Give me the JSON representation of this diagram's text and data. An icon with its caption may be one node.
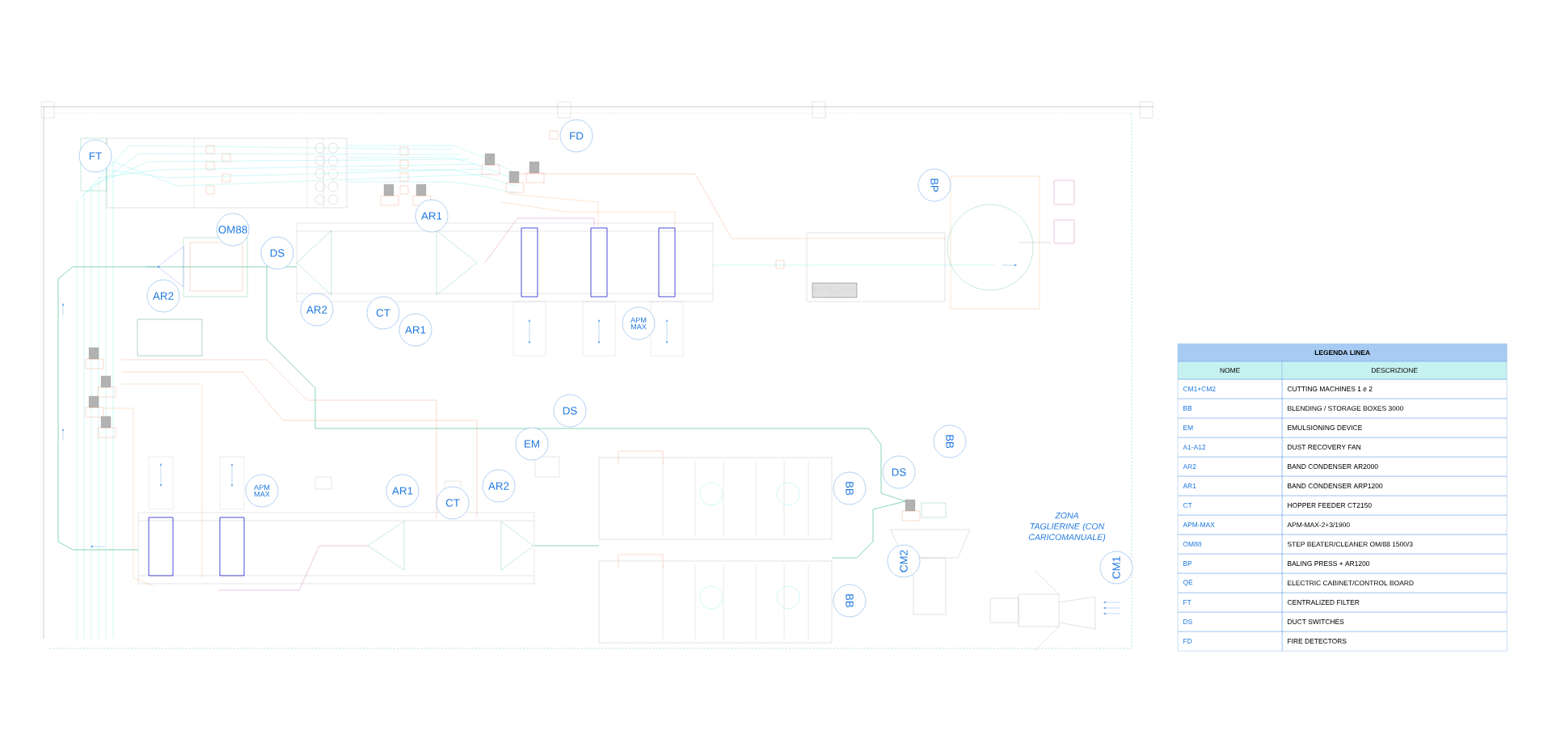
{
  "diagram": {
    "nodes": [
      {
        "text": [
          "FT"
        ]
      },
      {
        "text": [
          "FD"
        ]
      },
      {
        "text": [
          "AR1"
        ]
      },
      {
        "text": [
          "OM88"
        ]
      },
      {
        "text": [
          "BP"
        ]
      },
      {
        "text": [
          "DS"
        ]
      },
      {
        "text": [
          "AR2"
        ]
      },
      {
        "text": [
          "AR2"
        ]
      },
      {
        "text": [
          "CT"
        ]
      },
      {
        "text": [
          "AR1"
        ]
      },
      {
        "text": [
          "APM MAX"
        ]
      },
      {
        "text": [
          "DS"
        ]
      },
      {
        "text": [
          "EM"
        ]
      },
      {
        "text": [
          "BB"
        ]
      },
      {
        "text": [
          "DS"
        ]
      },
      {
        "text": [
          "APM MAX"
        ]
      },
      {
        "text": [
          "AR1"
        ]
      },
      {
        "text": [
          "CT"
        ]
      },
      {
        "text": [
          "AR2"
        ]
      },
      {
        "text": [
          "BB"
        ]
      },
      {
        "text": [
          "CM2"
        ]
      },
      {
        "text": [
          "CM1"
        ]
      },
      {
        "text": [
          "BB"
        ]
      }
    ],
    "labels": [
      "ZONA TAGLIERINE (CON CARICOMANUALE)",
      "LEGENDA LINEA",
      "NOME",
      "DESCRIZIONE",
      "CM1+CM2",
      "CUTTING MACHINES 1 e 2",
      "BB",
      "BLENDING / STORAGE BOXES 3000",
      "EM",
      "EMULSIONING DEVICE",
      "A1-A12",
      "DUST RECOVERY FAN",
      "AR2",
      "BAND CONDENSER AR2000",
      "AR1",
      "BAND CONDENSER ARP1200",
      "CT",
      "HOPPER FEEDER CT2150",
      "APM-MAX",
      "APM-MAX-2+3/1900",
      "OM88",
      "STEP BEATER/CLEANER OM/88 1500/3",
      "BP",
      "BALING PRESS + AR1200",
      "QE",
      "ELECTRIC CABINET/CONTROL BOARD",
      "FT",
      "CENTRALIZED FILTER",
      "DS",
      "DUCT SWITCHES",
      "FD",
      "FIRE DETECTORS"
    ]
  }
}
